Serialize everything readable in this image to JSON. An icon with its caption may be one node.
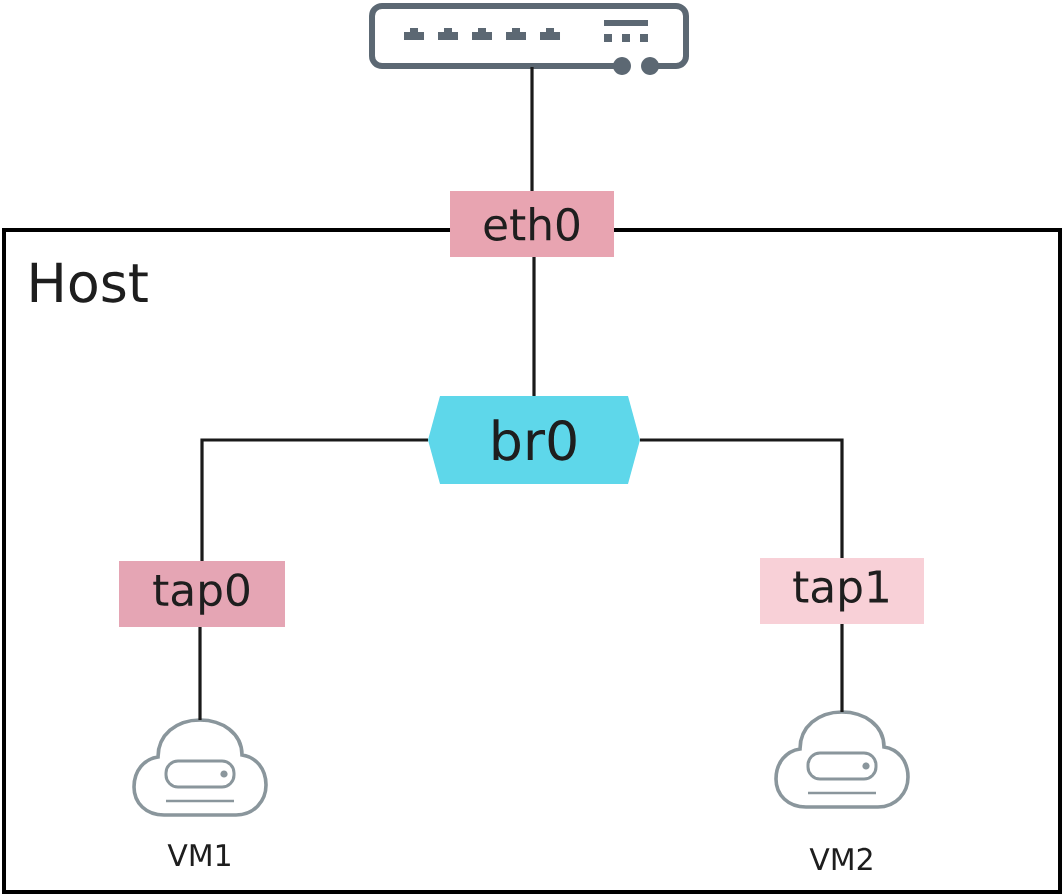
{
  "diagram": {
    "nodes": [
      {
        "text": [],
        "shape": "picture"
      },
      {
        "text": [
          "eth0"
        ]
      },
      {
        "text": [
          "Host"
        ]
      },
      {
        "text": [
          "br0"
        ],
        "in": 2
      },
      {
        "text": [
          "tap0"
        ],
        "in": 2
      },
      {
        "text": [
          "tap1"
        ],
        "in": 2
      },
      {
        "text": [],
        "shape": "cloud",
        "beside": [
          "VM1"
        ],
        "in": 2
      },
      {
        "text": [],
        "shape": "cloud",
        "beside": [
          "VM2"
        ],
        "in": 2
      }
    ],
    "edges": [
      {
        "from": 0,
        "to": 1,
        "arrow": "none"
      },
      {
        "from": 1,
        "to": 3,
        "arrow": "none"
      },
      {
        "from": 3,
        "to": 4,
        "arrow": "none"
      },
      {
        "from": 3,
        "to": 5,
        "arrow": "none"
      },
      {
        "from": 4,
        "to": 6,
        "arrow": "none"
      },
      {
        "from": 5,
        "to": 7,
        "arrow": "none"
      }
    ]
  }
}
